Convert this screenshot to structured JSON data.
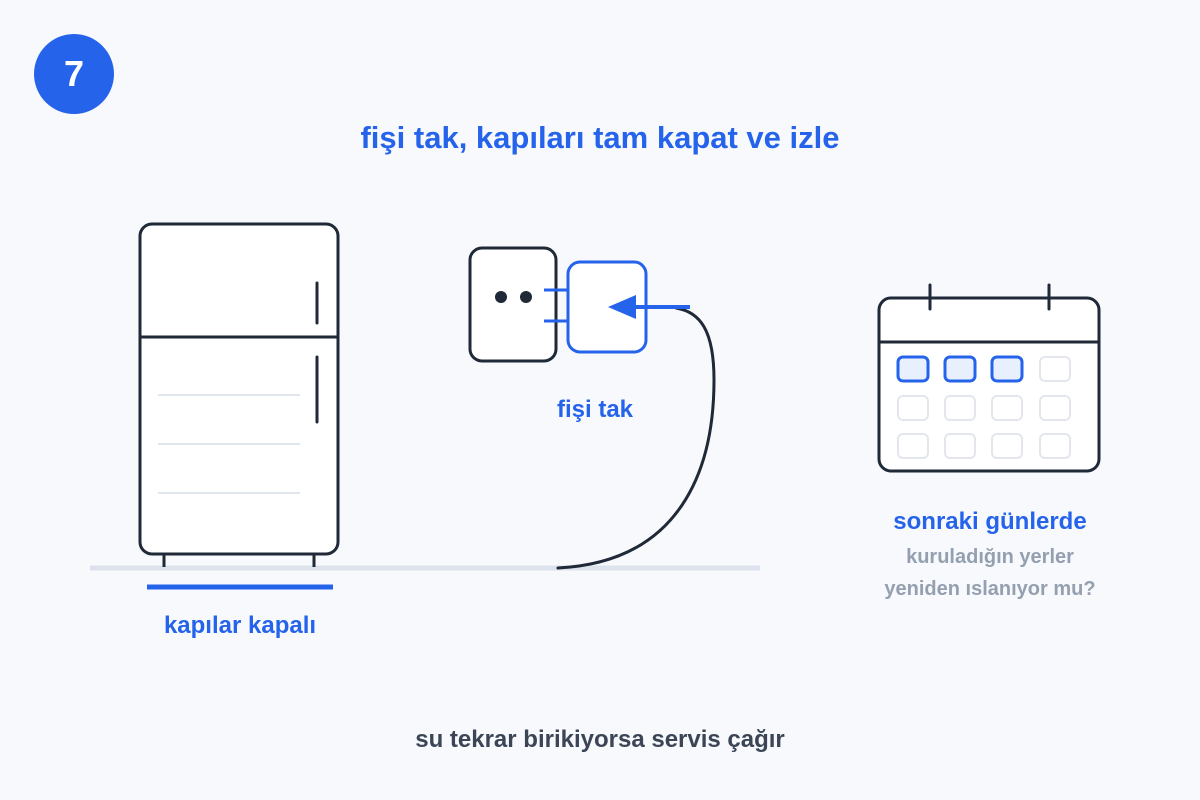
{
  "step": {
    "number": "7"
  },
  "title": "fişi tak, kapıları tam kapat ve izle",
  "fridge": {
    "label": "kapılar kapalı"
  },
  "plug": {
    "label": "fişi tak"
  },
  "calendar": {
    "heading": "sonraki günlerde",
    "question_line1": "kuruladığın yerler",
    "question_line2": "yeniden ıslanıyor mu?"
  },
  "footer": "su tekrar birikiyorsa servis çağır",
  "colors": {
    "accent": "#2563eb",
    "ink": "#1f2937",
    "muted": "#94a0b0",
    "line": "#dce3ec"
  }
}
